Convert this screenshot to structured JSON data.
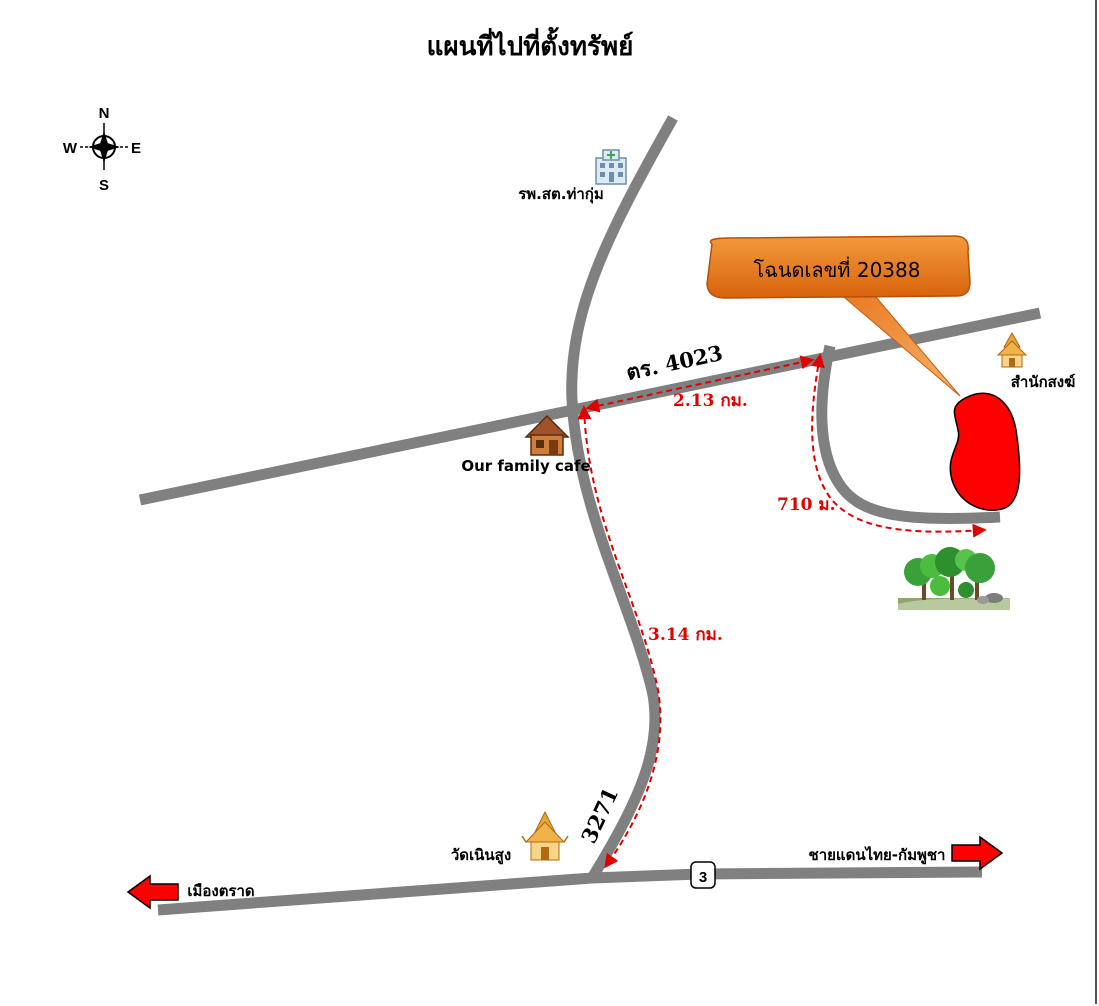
{
  "title": "แผนที่ไปที่ตั้งทรัพย์",
  "compass": {
    "n": "N",
    "s": "S",
    "e": "E",
    "w": "W"
  },
  "callout": {
    "text": "โฉนดเลขที่  20388",
    "color": "#e8761e"
  },
  "roads": {
    "r4023": "ตร. 4023",
    "r3271": "3271",
    "r3_shield": "3"
  },
  "places": {
    "hospital": "รพ.สต.ท่ากุ่ม",
    "cafe": "Our family cafe",
    "temple_south": "วัดเนินสูง",
    "temple_east": "สำนักสงฆ์"
  },
  "distances": {
    "d1": "2.13 กม.",
    "d2": "3.14 กม.",
    "d3": "710 ม."
  },
  "directions": {
    "west": "เมืองตราด",
    "east": "ชายแดนไทย-กัมพูชา"
  },
  "colors": {
    "road": "#808080",
    "arrow": "#e00000",
    "parcel": "#ff0000"
  }
}
